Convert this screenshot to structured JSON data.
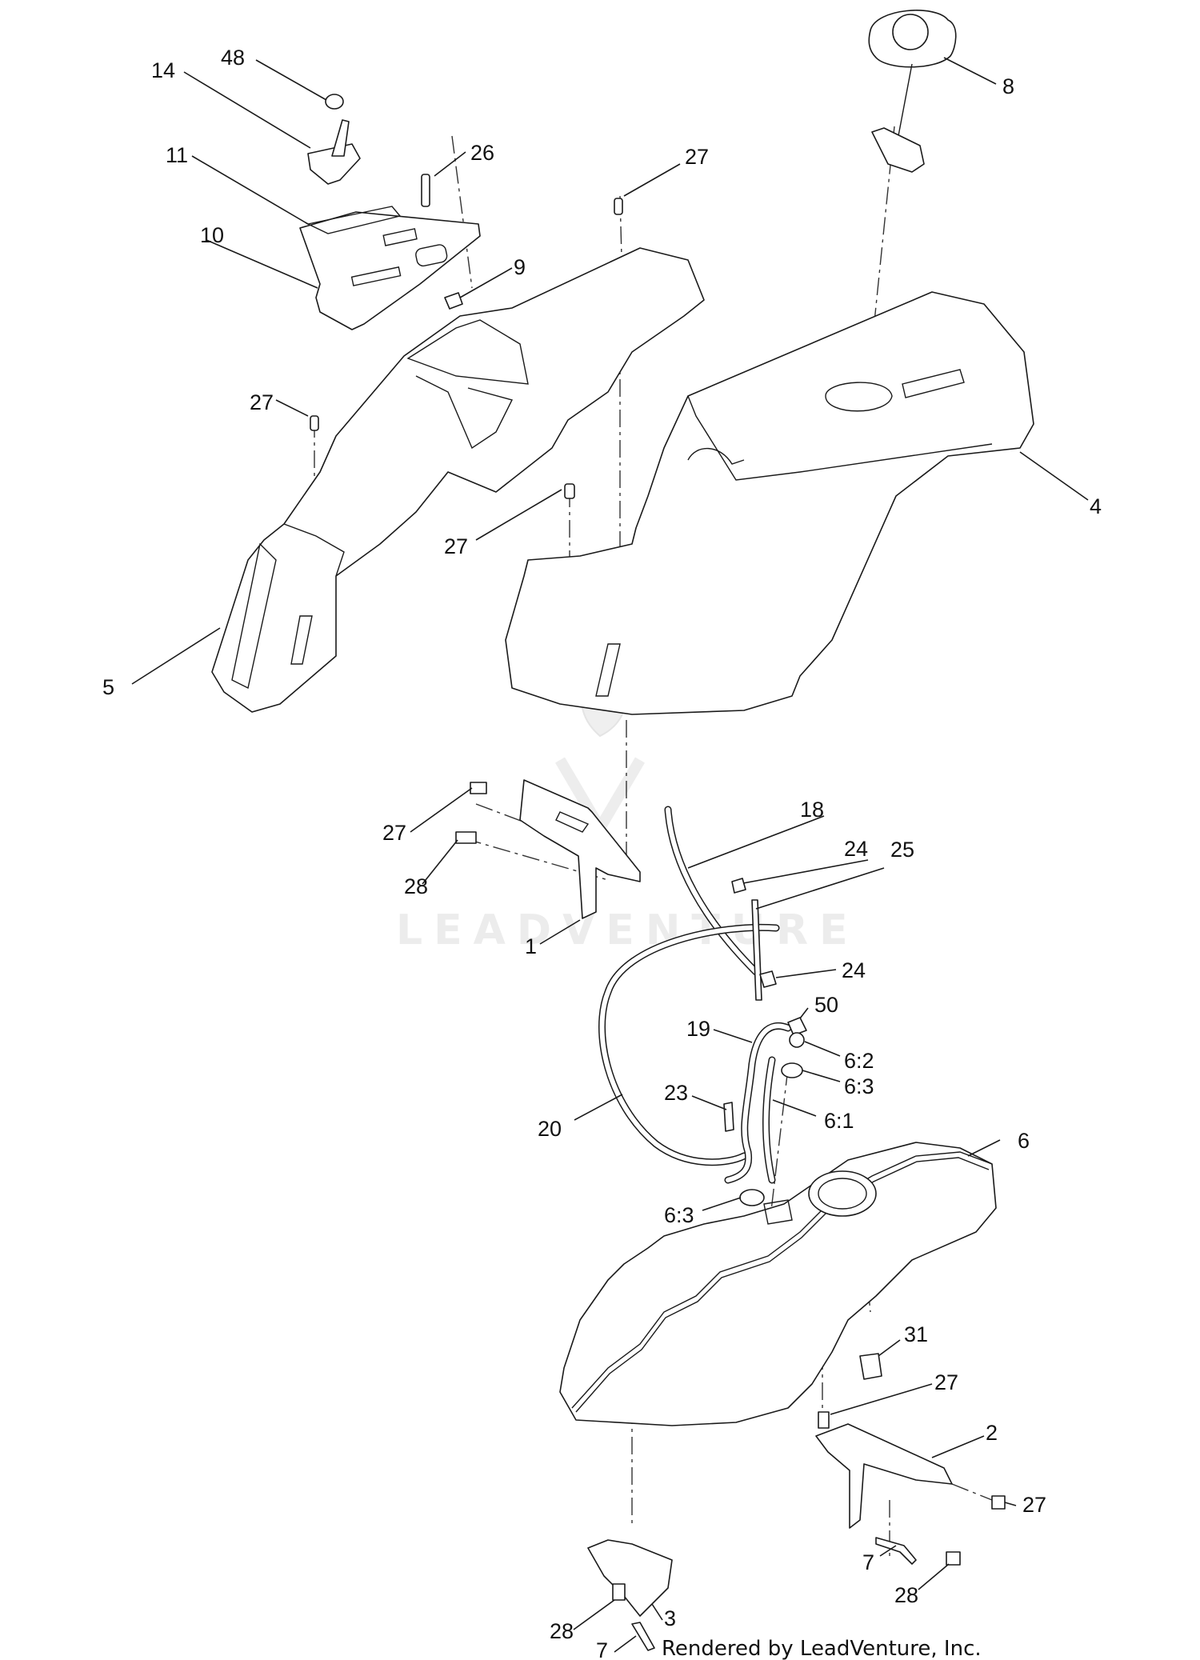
{
  "diagram": {
    "credit": "Rendered by LeadVenture, Inc.",
    "watermark": "LEADVENTURE",
    "colors": {
      "line": "#1a1a1a",
      "background": "#ffffff",
      "watermark": "#ececec"
    },
    "callouts": [
      "48",
      "14",
      "11",
      "26",
      "10",
      "27",
      "9",
      "8",
      "27",
      "27",
      "4",
      "27",
      "5",
      "27",
      "28",
      "18",
      "24",
      "25",
      "1",
      "24",
      "50",
      "19",
      "6:2",
      "23",
      "6:3",
      "6:1",
      "20",
      "6",
      "6:3",
      "31",
      "27",
      "2",
      "27",
      "7",
      "28",
      "28",
      "3",
      "7"
    ]
  }
}
